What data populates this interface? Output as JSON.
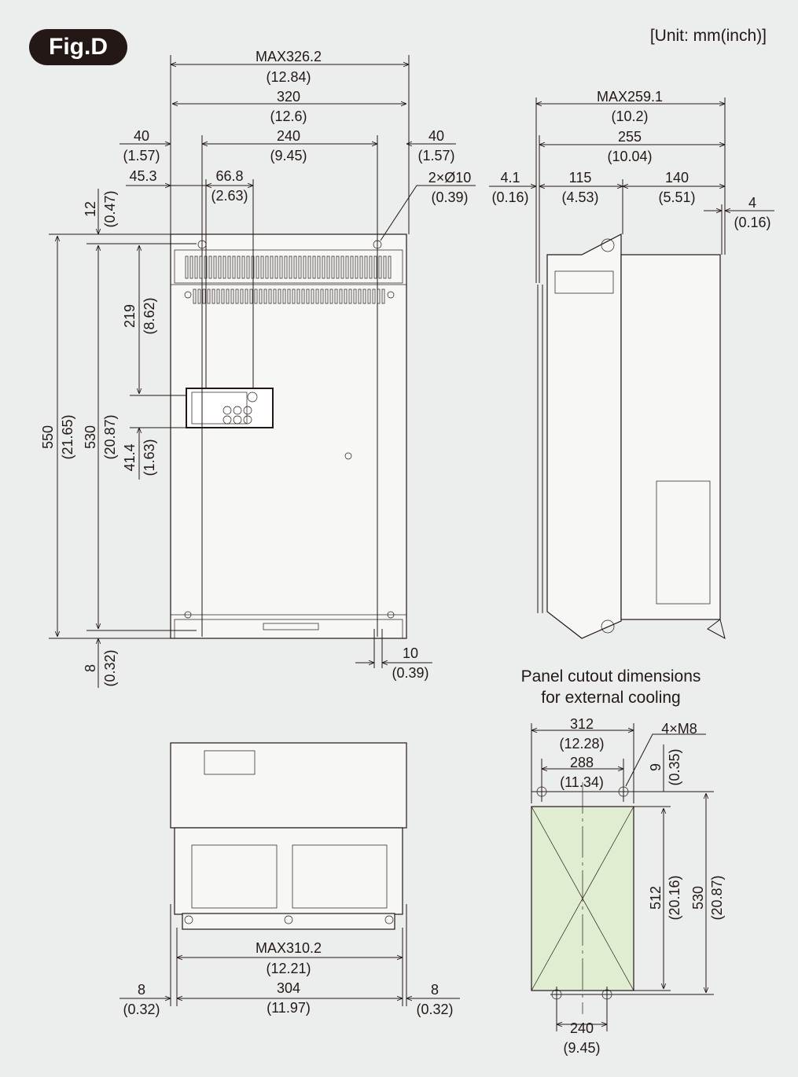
{
  "figure_label": "Fig.D",
  "unit_note": "[Unit: mm(inch)]",
  "front_view": {
    "overall_width": "MAX326.2",
    "overall_width_in": "(12.84)",
    "width": "320",
    "width_in": "(12.6)",
    "left_margin": "40",
    "left_margin_in": "(1.57)",
    "hole_pitch": "240",
    "hole_pitch_in": "(9.45)",
    "right_margin": "40",
    "right_margin_in": "(1.57)",
    "keypad_offset": "45.3",
    "keypad_width": "66.8",
    "keypad_width_in": "(2.63)",
    "mount_holes": "2×Ø10",
    "mount_holes_in": "(0.39)",
    "top_offset": "12",
    "top_offset_in": "(0.47)",
    "keypad_top": "219",
    "keypad_top_in": "(8.62)",
    "overall_height": "550",
    "overall_height_in": "(21.65)",
    "height": "530",
    "height_in": "(20.87)",
    "keypad_height": "41.4",
    "keypad_height_in": "(1.63)",
    "bottom_offset": "8",
    "bottom_offset_in": "(0.32)",
    "slot_width": "10",
    "slot_width_in": "(0.39)"
  },
  "side_view": {
    "overall_depth": "MAX259.1",
    "overall_depth_in": "(10.2)",
    "depth": "255",
    "depth_in": "(10.04)",
    "flange": "4.1",
    "flange_in": "(0.16)",
    "front_depth": "115",
    "front_depth_in": "(4.53)",
    "rear_depth": "140",
    "rear_depth_in": "(5.51)",
    "rear_flange": "4",
    "rear_flange_in": "(0.16)"
  },
  "bottom_view": {
    "overall_width": "MAX310.2",
    "overall_width_in": "(12.21)",
    "width": "304",
    "width_in": "(11.97)",
    "left_margin": "8",
    "left_margin_in": "(0.32)",
    "right_margin": "8",
    "right_margin_in": "(0.32)"
  },
  "panel_cutout": {
    "title_line1": "Panel cutout dimensions",
    "title_line2": "for external cooling",
    "outer_width": "312",
    "outer_width_in": "(12.28)",
    "hole_pitch_top": "288",
    "hole_pitch_top_in": "(11.34)",
    "screws": "4×M8",
    "hole_offset": "9",
    "hole_offset_in": "(0.35)",
    "cutout_height": "512",
    "cutout_height_in": "(20.16)",
    "hole_pitch_vertical": "530",
    "hole_pitch_vertical_in": "(20.87)",
    "hole_pitch_bottom": "240",
    "hole_pitch_bottom_in": "(9.45)",
    "cutout_fill": "#e0edd0"
  }
}
